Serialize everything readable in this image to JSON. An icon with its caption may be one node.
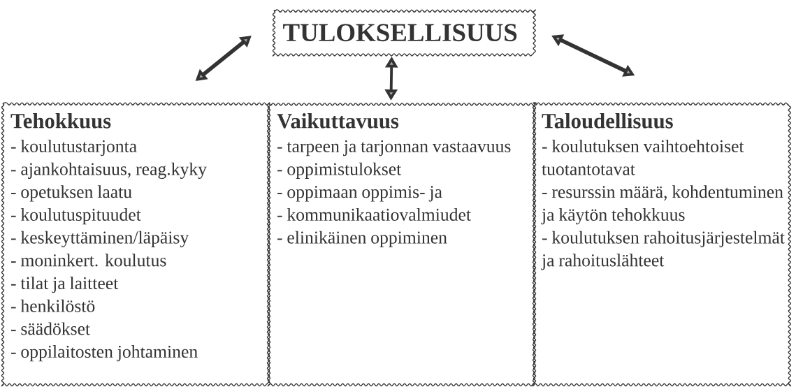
{
  "diagram": {
    "nodes": [
      {
        "text": [
          "TULOKSELLISUUS"
        ]
      },
      {
        "text": [
          "Tehokkuus",
          "- koulutustarjonta",
          "- ajankohtaisuus, reag.kyky",
          "- opetuksen laatu",
          "- koulutuspituudet",
          "- keskeyttäminen/läpäisy",
          "- moninkert. koulutus",
          "- tilat ja laitteet",
          "- henkilöstö",
          "- säädökset",
          "- oppilaitosten johtaminen"
        ]
      },
      {
        "text": [
          "Vaikuttavuus",
          "- tarpeen ja tarjonnan vastaavuus",
          "- oppimistulokset",
          "- oppimaan oppimis- ja",
          "- kommunikaatiovalmiudet",
          "- elinikäinen oppiminen"
        ]
      },
      {
        "text": [
          "Taloudellisuus",
          "- koulutuksen vaihtoehtoiset tuotantotavat",
          "- resurssin määrä, kohdentuminen ja käytön tehokkuus",
          "- koulutuksen rahoitusjärjestelmät ja rahoituslähteet"
        ]
      }
    ],
    "edges": [
      {
        "from": 0,
        "to": 1,
        "arrow": "both"
      },
      {
        "from": 0,
        "to": 2,
        "arrow": "both"
      },
      {
        "from": 0,
        "to": 3,
        "arrow": "both"
      }
    ]
  }
}
